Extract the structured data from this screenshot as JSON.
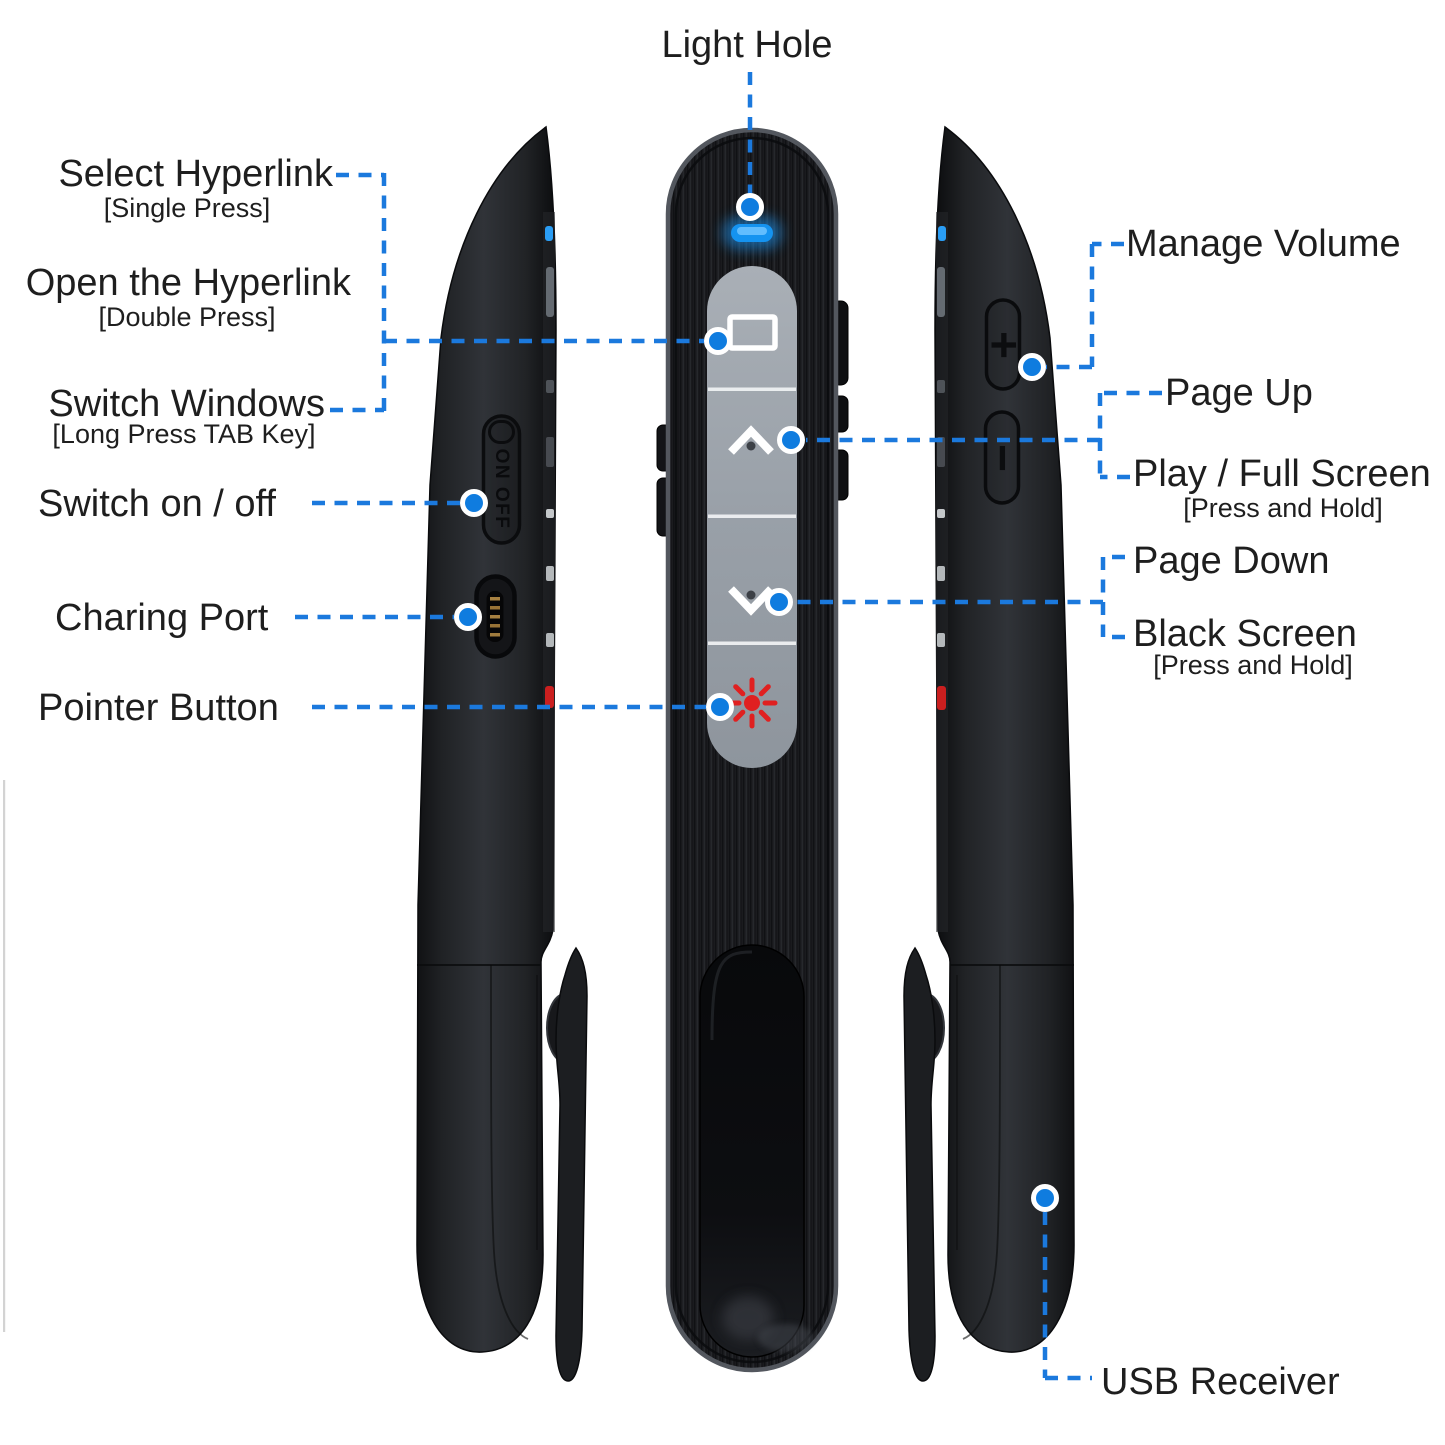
{
  "title": "Wireless presenter remote feature diagram (left side, front, right side views)",
  "colors": {
    "background": "#ffffff",
    "accent_blue": "#1b79dd",
    "callout_dot_blue": "#0f7cdf",
    "led_blue": "#1593f0",
    "laser_red": "#e02020",
    "body_black": "#1a1b1e",
    "panel_gray": "#9ba2aa",
    "label_text": "#1e1e1e"
  },
  "callouts": {
    "light_hole": {
      "label": "Light Hole"
    },
    "select_hyperlink": {
      "label": "Select Hyperlink",
      "sub": "[Single Press]"
    },
    "open_hyperlink": {
      "label": "Open the Hyperlink",
      "sub": "[Double Press]"
    },
    "switch_windows": {
      "label": "Switch Windows",
      "sub": "[Long Press TAB Key]"
    },
    "switch_on_off": {
      "label": "Switch on / off"
    },
    "charging_port": {
      "label": "Charing Port"
    },
    "pointer_button": {
      "label": "Pointer Button"
    },
    "manage_volume": {
      "label": "Manage Volume"
    },
    "page_up": {
      "label": "Page Up"
    },
    "play_full_screen": {
      "label": "Play / Full Screen",
      "sub": "[Press and Hold]"
    },
    "page_down": {
      "label": "Page Down"
    },
    "black_screen": {
      "label": "Black Screen",
      "sub": "[Press and Hold]"
    },
    "usb_receiver": {
      "label": "USB Receiver"
    }
  },
  "device": {
    "power_switch_label": "ON OFF",
    "volume_up_label": "+",
    "volume_down_label": "−"
  },
  "icons": {
    "hyperlink_button_icon": "monitor-rectangle",
    "page_up_button_icon": "chevron-up",
    "page_down_button_icon": "chevron-down",
    "laser_pointer_icon": "red-starburst",
    "volume_up_icon": "plus",
    "volume_down_icon": "minus",
    "led_indicator": "blue-pill",
    "charging_port_icon": "usb-c-slot"
  }
}
